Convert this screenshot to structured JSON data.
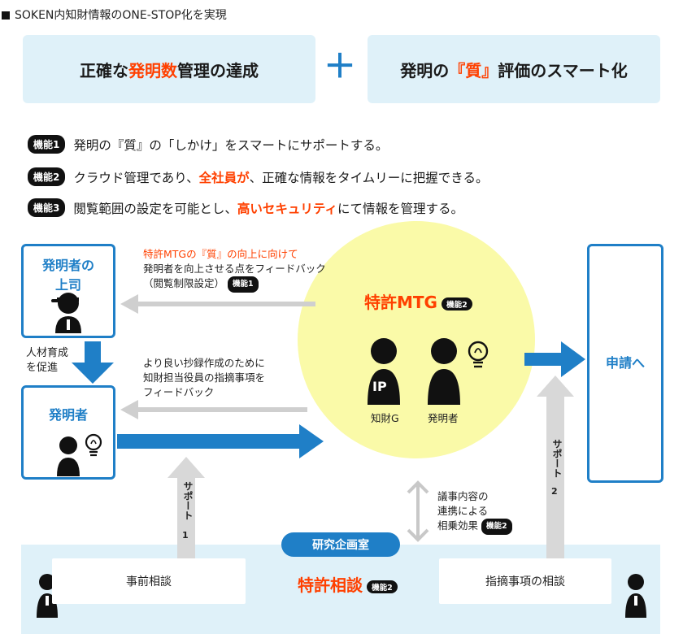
{
  "header": {
    "title": "SOKEN内知財情報のONE-STOP化を実現"
  },
  "goals": {
    "left": {
      "pre": "正確な",
      "highlight": "発明数",
      "post": "管理の達成"
    },
    "plus": "＋",
    "right": {
      "pre": "発明の",
      "highlight": "『質』",
      "post": "評価のスマート化"
    }
  },
  "features": [
    {
      "tag": "機能1",
      "pre": "発明の『質』の「しかけ」をスマートにサポートする。",
      "highlight": "",
      "post": ""
    },
    {
      "tag": "機能2",
      "pre": "クラウド管理であり、",
      "highlight": "全社員が",
      "post": "、正確な情報をタイムリーに把握できる。"
    },
    {
      "tag": "機能3",
      "pre": "閲覧範囲の設定を可能とし、",
      "highlight": "高いセキュリティ",
      "post": "にて情報を管理する。"
    }
  ],
  "diagram": {
    "boss": {
      "title_line1": "発明者の",
      "title_line2": "上司"
    },
    "inventor": {
      "title": "発明者"
    },
    "apply": {
      "title": "申請へ"
    },
    "hr": {
      "line1": "人材育成",
      "line2": "を促進"
    },
    "feedback_top": {
      "line1": "特許MTGの『質』の向上に向けて",
      "line2": "発明者を向上させる点をフィードバック",
      "line3": "（閲覧制限設定）",
      "tag": "機能1"
    },
    "feedback_mid": {
      "line1": "より良い抄録作成のために",
      "line2": "知財担当役員の指摘事項を",
      "line3": "フィードバック"
    },
    "meeting": {
      "title": "特許MTG",
      "tag": "機能2",
      "ip_label": "IP",
      "ip_caption": "知財G",
      "inventor_caption": "発明者"
    },
    "synergy": {
      "line1": "議事内容の",
      "line2": "連携による",
      "line3": "相乗効果",
      "tag": "機能2"
    },
    "support1": {
      "text": "サポート",
      "num": "1"
    },
    "support2": {
      "text": "サポート",
      "num": "2"
    },
    "lab": {
      "pill": "研究企画室",
      "pre_consult": "事前相談",
      "center": "特許相談",
      "center_tag": "機能2",
      "review_consult": "指摘事項の相談"
    }
  },
  "colors": {
    "blue": "#1f7fc7",
    "red": "#ff4000",
    "light_blue": "#dff1f9",
    "yellow": "#fafaa8",
    "gray": "#d8d8d8"
  }
}
